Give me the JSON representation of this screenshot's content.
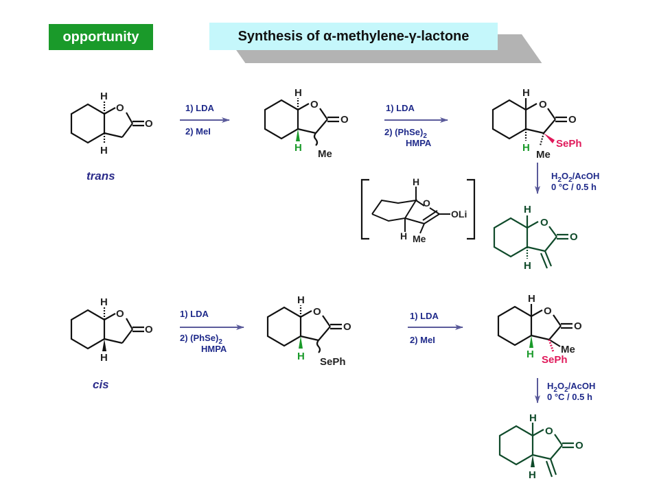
{
  "header": {
    "badge": "opportunity",
    "title": "Synthesis of α-methylene-γ-lactone"
  },
  "labels": {
    "trans": "trans",
    "cis": "cis"
  },
  "atoms": {
    "H": "H",
    "O": "O",
    "Me": "Me",
    "SePh": "SePh",
    "OLi": "OLi"
  },
  "reagents": {
    "lda": "1) LDA",
    "mei": "2) MeI",
    "phse_prefix": "2)  (PhSe)",
    "phse_sub": "2",
    "hmpa": "HMPA",
    "ox_h": "H",
    "ox_sub": "2",
    "ox_o": "O",
    "ox_rest": "/AcOH",
    "ox_cond": "0 °C / 0.5 h"
  },
  "colors": {
    "badge_bg": "#1a9a2a",
    "title_bg": "#c5f7fb",
    "reagent_text": "#1f2a8a",
    "arrow": "#5a5a9a",
    "hetero": "#222222",
    "green_h": "#1a9a2a",
    "seph": "#e0195a",
    "product": "#0f4a2a"
  }
}
